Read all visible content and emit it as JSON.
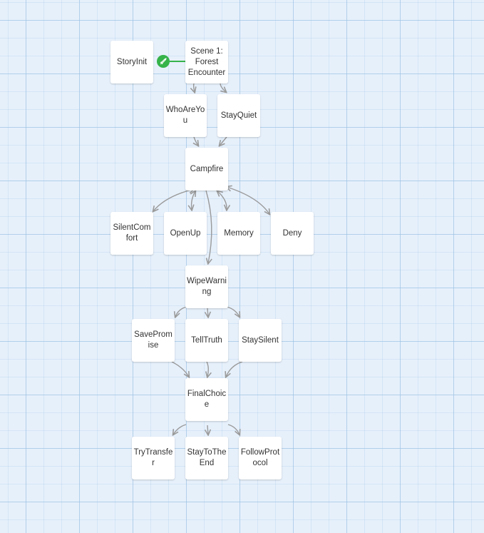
{
  "passages": [
    {
      "id": "storyinit",
      "label": "StoryInit"
    },
    {
      "id": "scene1",
      "label": "Scene 1: Forest Encounter"
    },
    {
      "id": "whoareyou",
      "label": "WhoAreYou"
    },
    {
      "id": "stayquiet",
      "label": "StayQuiet"
    },
    {
      "id": "campfire",
      "label": "Campfire"
    },
    {
      "id": "silentcomfort",
      "label": "SilentComfort"
    },
    {
      "id": "openup",
      "label": "OpenUp"
    },
    {
      "id": "memory",
      "label": "Memory"
    },
    {
      "id": "deny",
      "label": "Deny"
    },
    {
      "id": "wipewarning",
      "label": "WipeWarning"
    },
    {
      "id": "savepromise",
      "label": "SavePromise"
    },
    {
      "id": "telltruth",
      "label": "TellTruth"
    },
    {
      "id": "staysilent",
      "label": "StaySilent"
    },
    {
      "id": "finalchoice",
      "label": "FinalChoice"
    },
    {
      "id": "trytransfer",
      "label": "TryTransfer"
    },
    {
      "id": "staytotheend",
      "label": "StayToTheEnd"
    },
    {
      "id": "followprotocol",
      "label": "FollowProtocol"
    }
  ],
  "links": [
    {
      "from": "scene1",
      "to": "whoareyou"
    },
    {
      "from": "scene1",
      "to": "stayquiet"
    },
    {
      "from": "whoareyou",
      "to": "campfire"
    },
    {
      "from": "stayquiet",
      "to": "campfire"
    },
    {
      "from": "campfire",
      "to": "silentcomfort",
      "bidirectional": true
    },
    {
      "from": "campfire",
      "to": "openup",
      "bidirectional": true
    },
    {
      "from": "campfire",
      "to": "memory",
      "bidirectional": true
    },
    {
      "from": "campfire",
      "to": "deny",
      "bidirectional": true
    },
    {
      "from": "campfire",
      "to": "wipewarning"
    },
    {
      "from": "wipewarning",
      "to": "savepromise"
    },
    {
      "from": "wipewarning",
      "to": "telltruth"
    },
    {
      "from": "wipewarning",
      "to": "staysilent"
    },
    {
      "from": "savepromise",
      "to": "finalchoice"
    },
    {
      "from": "telltruth",
      "to": "finalchoice"
    },
    {
      "from": "staysilent",
      "to": "finalchoice"
    },
    {
      "from": "finalchoice",
      "to": "trytransfer"
    },
    {
      "from": "finalchoice",
      "to": "staytotheend"
    },
    {
      "from": "finalchoice",
      "to": "followprotocol"
    }
  ],
  "start_passage": "scene1",
  "start_icon": "rocket-icon",
  "colors": {
    "start_badge": "#36b34a",
    "link": "#9a9a9a",
    "start_link": "#36b34a"
  }
}
